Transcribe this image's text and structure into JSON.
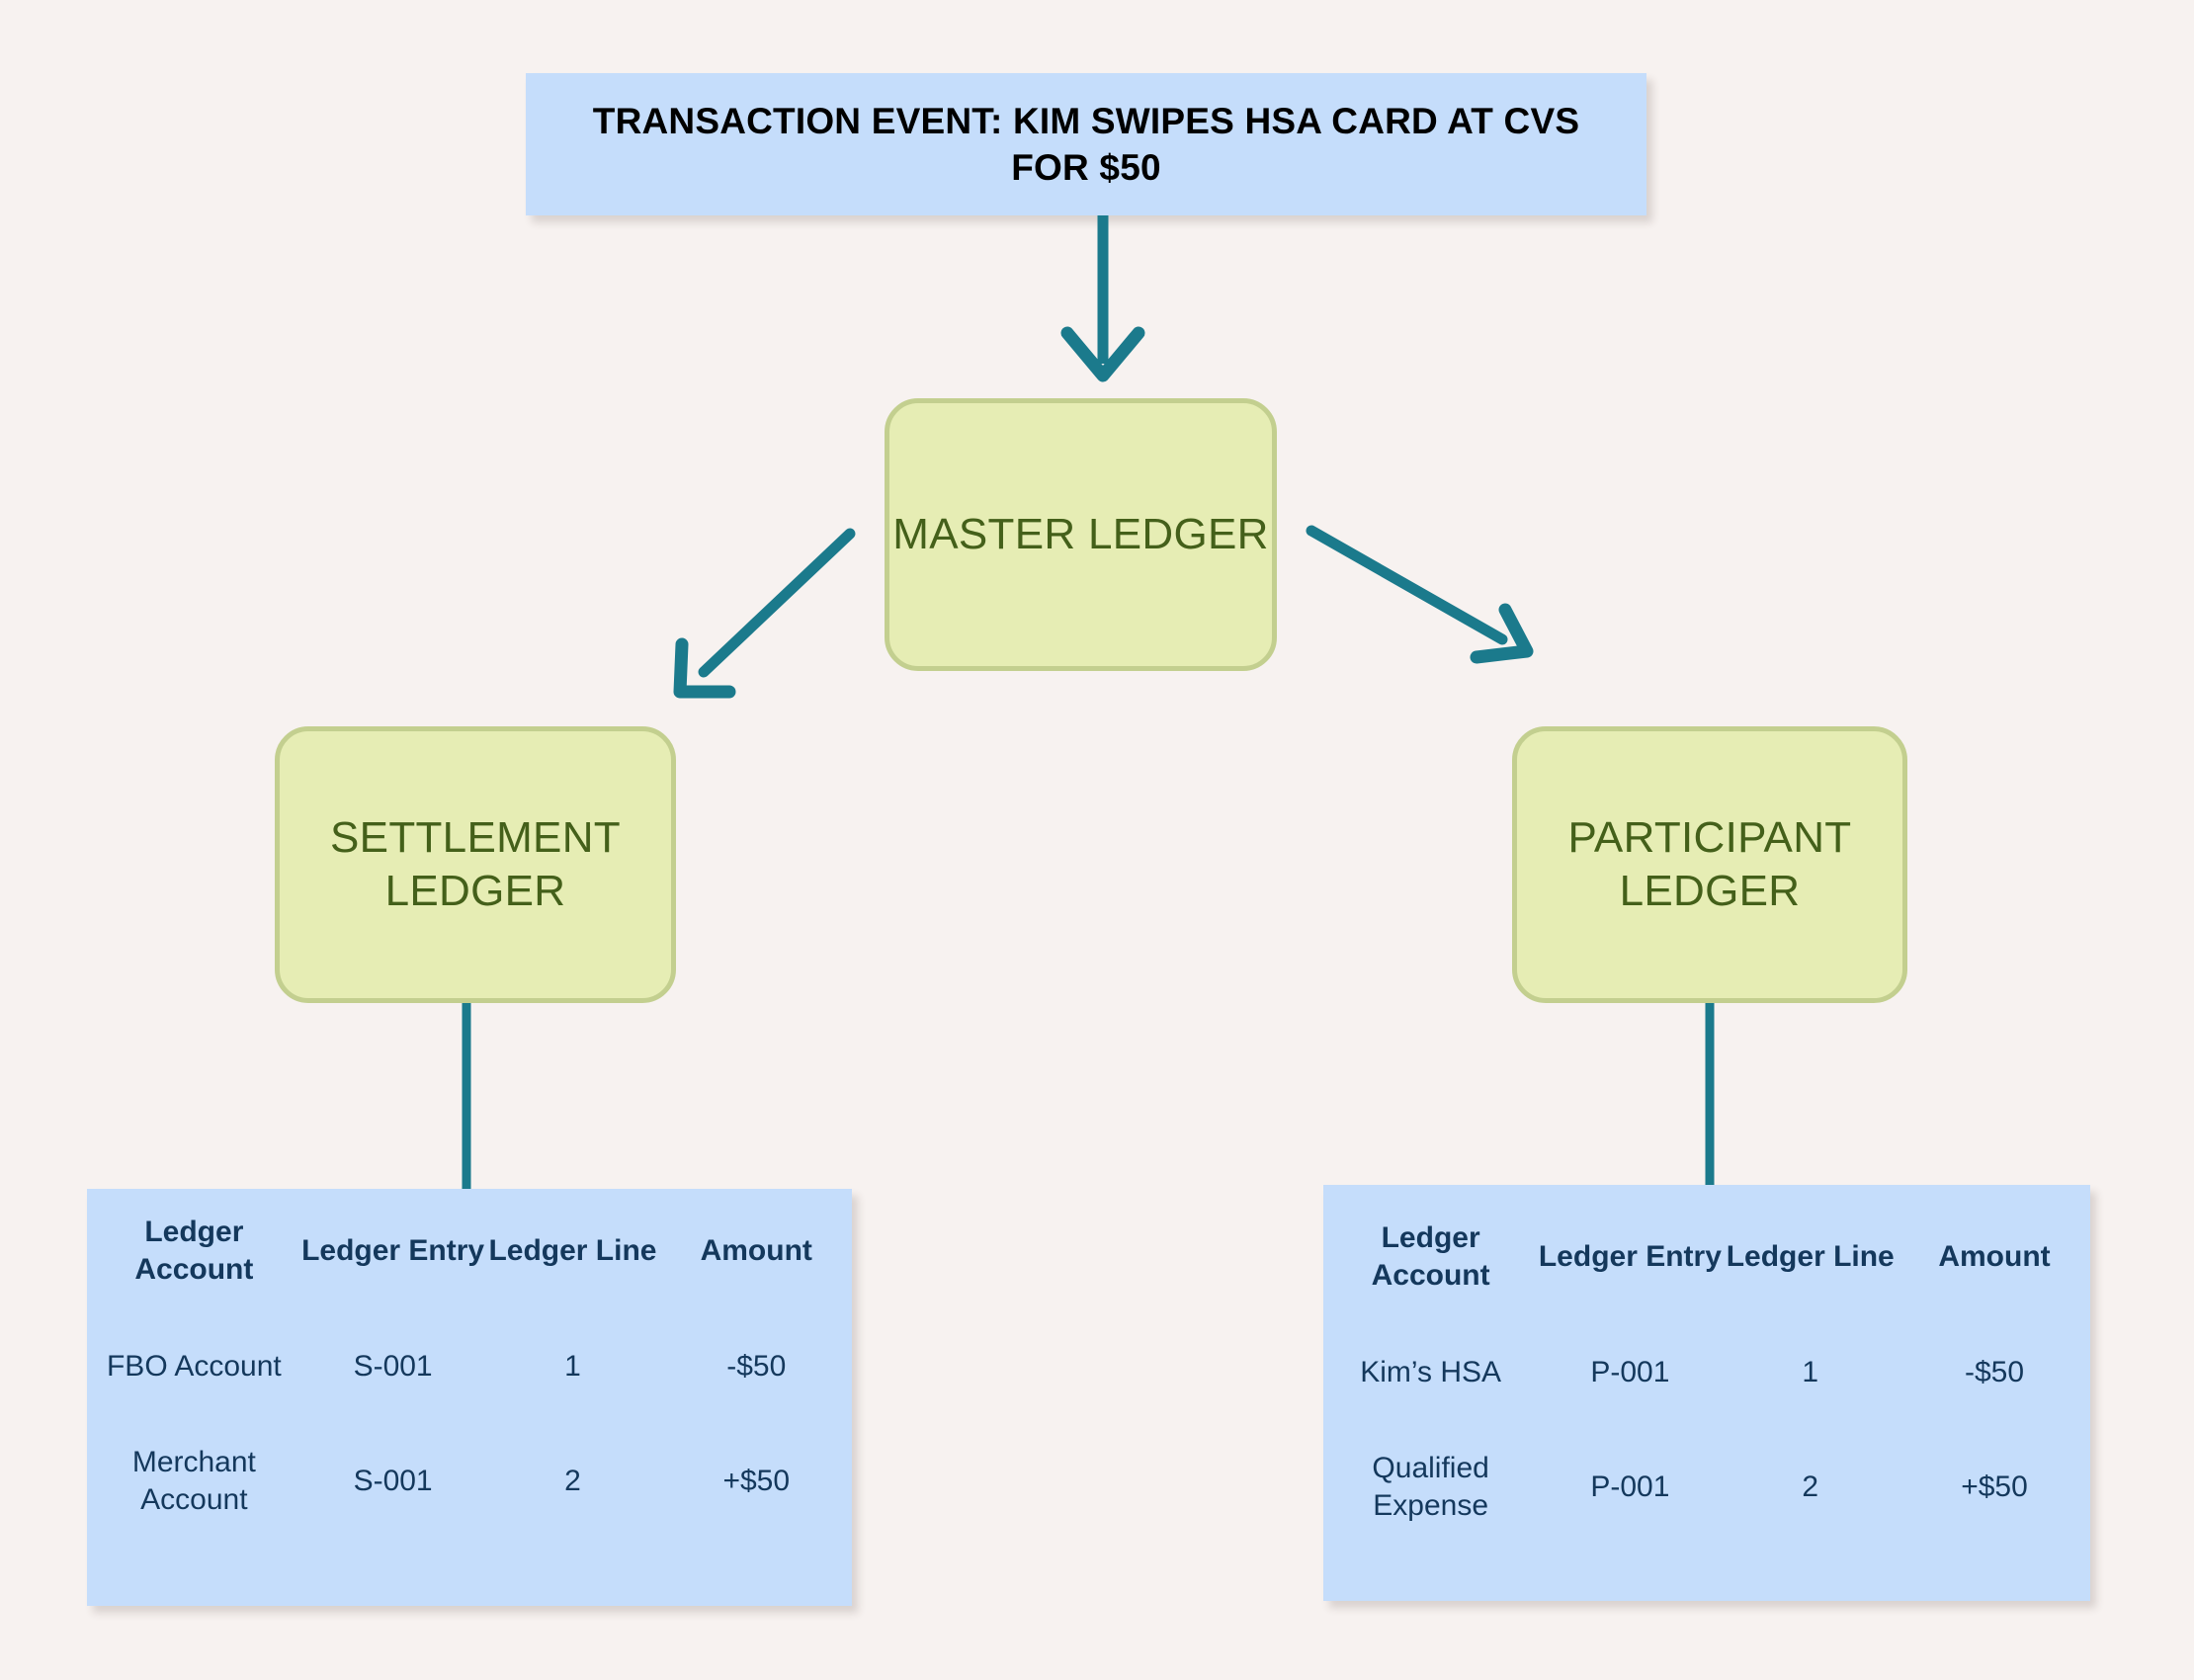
{
  "diagram": {
    "event_banner": {
      "label": "TRANSACTION EVENT: KIM SWIPES HSA CARD AT CVS FOR $50"
    },
    "nodes": {
      "master": {
        "label": "MASTER LEDGER"
      },
      "settlement": {
        "label": "SETTLEMENT LEDGER"
      },
      "participant": {
        "label": "PARTICIPANT LEDGER"
      }
    },
    "colors": {
      "background": "#f7f2f0",
      "banner_fill": "#c5ddfb",
      "node_fill": "#e6edb4",
      "node_border": "#c3cf8f",
      "node_text": "#44601a",
      "table_fill": "#c5ddfb",
      "table_text": "#14385c",
      "connector": "#1b7a8c"
    },
    "tables": {
      "settlement": {
        "headers": [
          "Ledger Account",
          "Ledger Entry",
          "Ledger Line",
          "Amount"
        ],
        "rows": [
          {
            "account": "FBO Account",
            "entry": "S-001",
            "line": "1",
            "amount": "-$50"
          },
          {
            "account": "Merchant Account",
            "entry": "S-001",
            "line": "2",
            "amount": "+$50"
          }
        ]
      },
      "participant": {
        "headers": [
          "Ledger Account",
          "Ledger Entry",
          "Ledger Line",
          "Amount"
        ],
        "rows": [
          {
            "account": "Kim’s HSA",
            "entry": "P-001",
            "line": "1",
            "amount": "-$50"
          },
          {
            "account": "Qualified Expense",
            "entry": "P-001",
            "line": "2",
            "amount": "+$50"
          }
        ]
      }
    },
    "edges": [
      {
        "name": "banner-to-master",
        "from": "event_banner",
        "to": "master",
        "style": "arrow"
      },
      {
        "name": "master-to-settlement",
        "from": "master",
        "to": "settlement",
        "style": "arrow"
      },
      {
        "name": "master-to-participant",
        "from": "master",
        "to": "participant",
        "style": "arrow"
      },
      {
        "name": "settlement-to-table",
        "from": "settlement",
        "to": "settlement_table",
        "style": "line"
      },
      {
        "name": "participant-to-table",
        "from": "participant",
        "to": "participant_table",
        "style": "line"
      }
    ]
  }
}
